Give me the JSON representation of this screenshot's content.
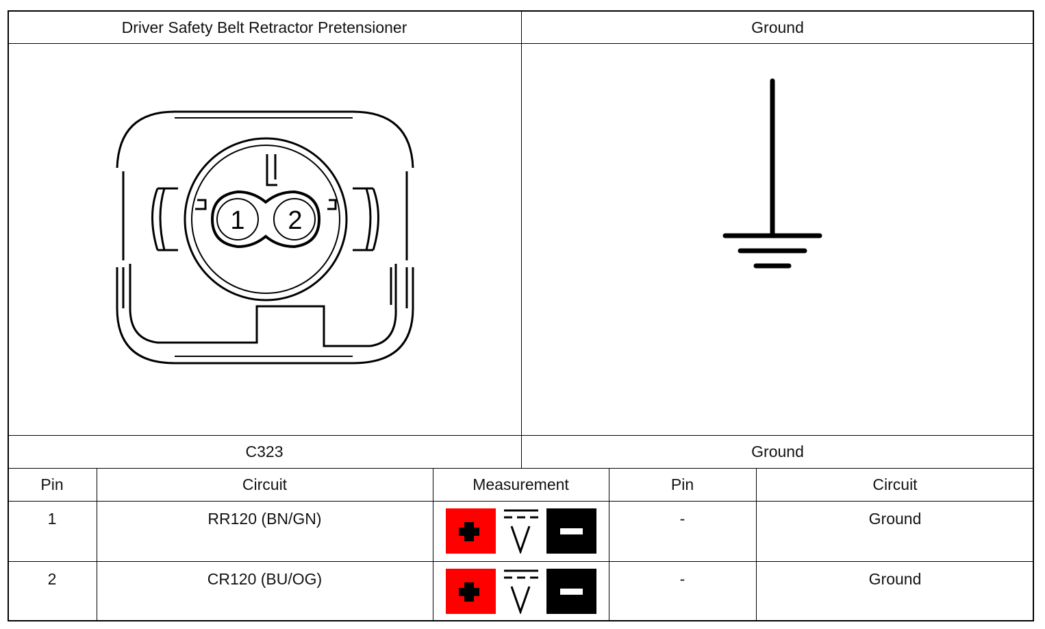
{
  "connector": {
    "title": "Driver Safety Belt Retractor Pretensioner",
    "id_label": "C323",
    "pins_drawn": [
      "1",
      "2"
    ]
  },
  "ground": {
    "title": "Ground",
    "label": "Ground"
  },
  "table": {
    "headers": [
      "Pin",
      "Circuit",
      "Measurement",
      "Pin",
      "Circuit"
    ],
    "rows": [
      {
        "pin": "1",
        "circuit": "RR120 (BN/GN)",
        "measurement": "DC volts",
        "ground_pin": "-",
        "ground_circuit": "Ground"
      },
      {
        "pin": "2",
        "circuit": "CR120 (BU/OG)",
        "measurement": "DC volts",
        "ground_pin": "-",
        "ground_circuit": "Ground"
      }
    ]
  },
  "colors": {
    "positive_lead": "#ff0000",
    "negative_lead": "#000000"
  },
  "icons": [
    "plus-icon",
    "dc-voltage-icon",
    "minus-icon",
    "ground-symbol-icon"
  ]
}
